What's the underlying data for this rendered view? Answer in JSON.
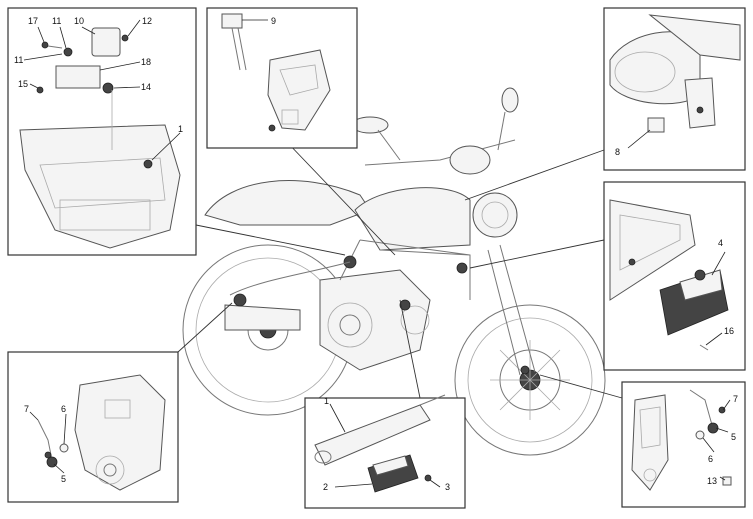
{
  "callouts": {
    "top_left": [
      "17",
      "11",
      "10",
      "12",
      "11",
      "18",
      "15",
      "14",
      "1"
    ],
    "top_center": [
      "9"
    ],
    "top_right": [
      "8"
    ],
    "mid_right": [
      "4",
      "16"
    ],
    "bottom_left": [
      "7",
      "6",
      "5"
    ],
    "bottom_center": [
      "1",
      "2",
      "3"
    ],
    "bottom_right": [
      "7",
      "5",
      "6",
      "13"
    ]
  }
}
